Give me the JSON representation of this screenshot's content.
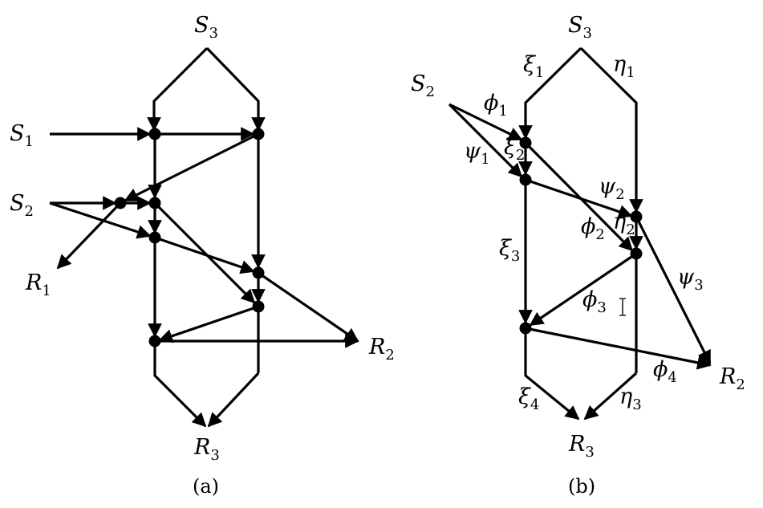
{
  "panel_a": {
    "caption": "(a)",
    "labels": {
      "s3": {
        "base": "S",
        "sub": "3"
      },
      "s1": {
        "base": "S",
        "sub": "1"
      },
      "s2": {
        "base": "S",
        "sub": "2"
      },
      "r1": {
        "base": "R",
        "sub": "1"
      },
      "r2": {
        "base": "R",
        "sub": "2"
      },
      "r3": {
        "base": "R",
        "sub": "3"
      }
    }
  },
  "panel_b": {
    "caption": "(b)",
    "labels": {
      "s3": {
        "base": "S",
        "sub": "3"
      },
      "s2": {
        "base": "S",
        "sub": "2"
      },
      "r2": {
        "base": "R",
        "sub": "2"
      },
      "r3": {
        "base": "R",
        "sub": "3"
      },
      "xi1": {
        "base": "ξ",
        "sub": "1"
      },
      "eta1": {
        "base": "η",
        "sub": "1"
      },
      "phi1": {
        "base": "ϕ",
        "sub": "1"
      },
      "xi2": {
        "base": "ξ",
        "sub": "2"
      },
      "psi1": {
        "base": "ψ",
        "sub": "1"
      },
      "psi2": {
        "base": "ψ",
        "sub": "2"
      },
      "phi2": {
        "base": "ϕ",
        "sub": "2"
      },
      "eta2": {
        "base": "η",
        "sub": "2"
      },
      "xi3": {
        "base": "ξ",
        "sub": "3"
      },
      "psi3": {
        "base": "ψ",
        "sub": "3"
      },
      "phi3": {
        "base": "ϕ",
        "sub": "3"
      },
      "phi4": {
        "base": "ϕ",
        "sub": "4"
      },
      "xi4": {
        "base": "ξ",
        "sub": "4"
      },
      "eta3": {
        "base": "η",
        "sub": "3"
      }
    }
  }
}
